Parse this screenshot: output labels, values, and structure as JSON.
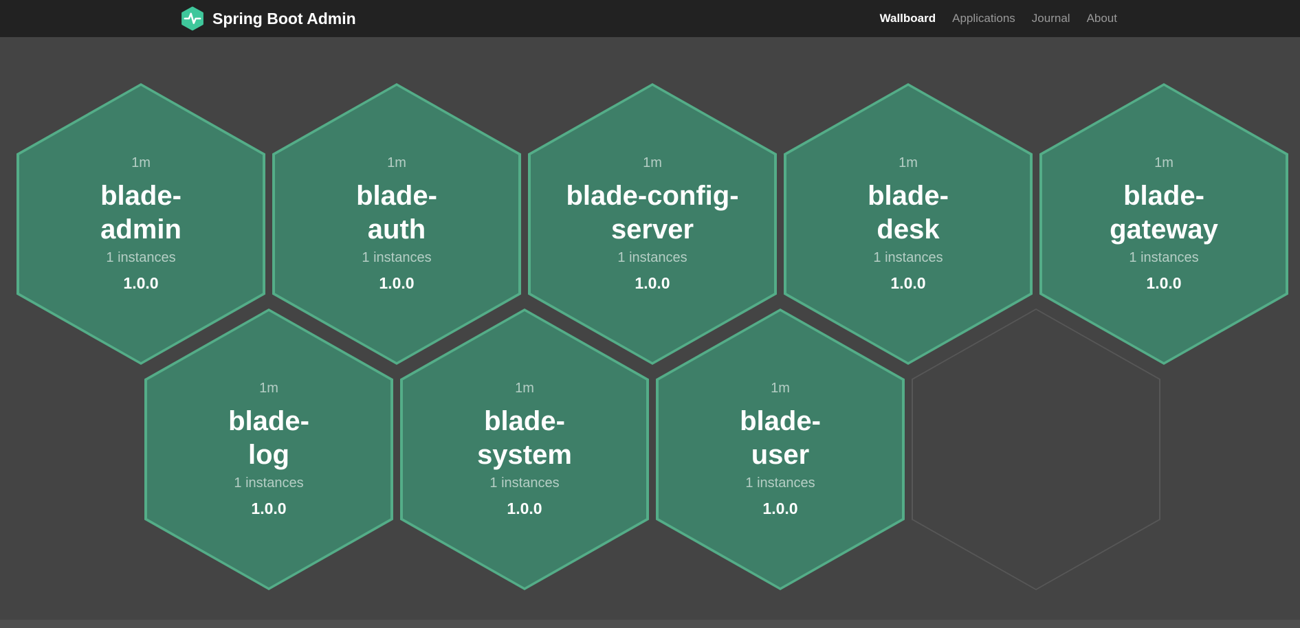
{
  "navbar": {
    "brand": "Spring Boot Admin",
    "links": [
      {
        "label": "Wallboard",
        "active": true
      },
      {
        "label": "Applications",
        "active": false
      },
      {
        "label": "Journal",
        "active": false
      },
      {
        "label": "About",
        "active": false
      }
    ]
  },
  "colors": {
    "navbar_bg": "#222222",
    "board_bg": "#444444",
    "hex_fill": "#3e7f68",
    "hex_stroke": "#54ad88",
    "brand_green": "#3fc79b"
  },
  "applications": [
    {
      "uptime": "1m",
      "name_line1": "blade-",
      "name_line2": "admin",
      "instances": "1 instances",
      "version": "1.0.0"
    },
    {
      "uptime": "1m",
      "name_line1": "blade-",
      "name_line2": "auth",
      "instances": "1 instances",
      "version": "1.0.0"
    },
    {
      "uptime": "1m",
      "name_line1": "blade-config-",
      "name_line2": "server",
      "instances": "1 instances",
      "version": "1.0.0"
    },
    {
      "uptime": "1m",
      "name_line1": "blade-",
      "name_line2": "desk",
      "instances": "1 instances",
      "version": "1.0.0"
    },
    {
      "uptime": "1m",
      "name_line1": "blade-",
      "name_line2": "gateway",
      "instances": "1 instances",
      "version": "1.0.0"
    },
    {
      "uptime": "1m",
      "name_line1": "blade-",
      "name_line2": "log",
      "instances": "1 instances",
      "version": "1.0.0"
    },
    {
      "uptime": "1m",
      "name_line1": "blade-",
      "name_line2": "system",
      "instances": "1 instances",
      "version": "1.0.0"
    },
    {
      "uptime": "1m",
      "name_line1": "blade-",
      "name_line2": "user",
      "instances": "1 instances",
      "version": "1.0.0"
    }
  ]
}
